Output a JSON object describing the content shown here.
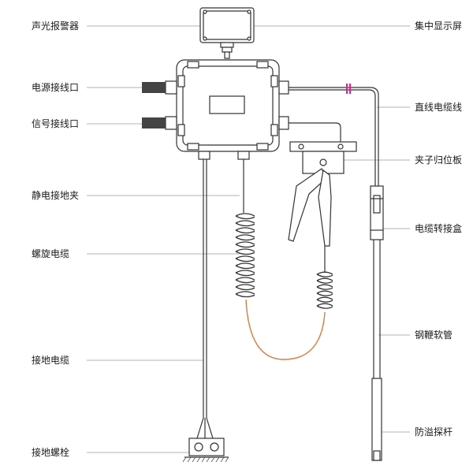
{
  "labels": {
    "alarm": "声光报警器",
    "power_port": "电源接线口",
    "signal_port": "信号接线口",
    "static_clamp": "静电接地夹",
    "spiral_cable": "螺旋电缆",
    "ground_cable": "接地电缆",
    "ground_bolt": "接地螺栓",
    "display": "集中显示屏",
    "straight_cable": "直线电缆线",
    "clamp_board": "夹子归位板",
    "junction_box": "电缆转接盒",
    "steel_hose": "钢鞭软管",
    "probe_rod": "防溢探杆"
  },
  "colors": {
    "line": "#333333",
    "leader": "#9a9a9a",
    "spiral_cable": "#e07a3a",
    "hose_accent": "#e91e8c",
    "ground_hatch": "#555555"
  }
}
